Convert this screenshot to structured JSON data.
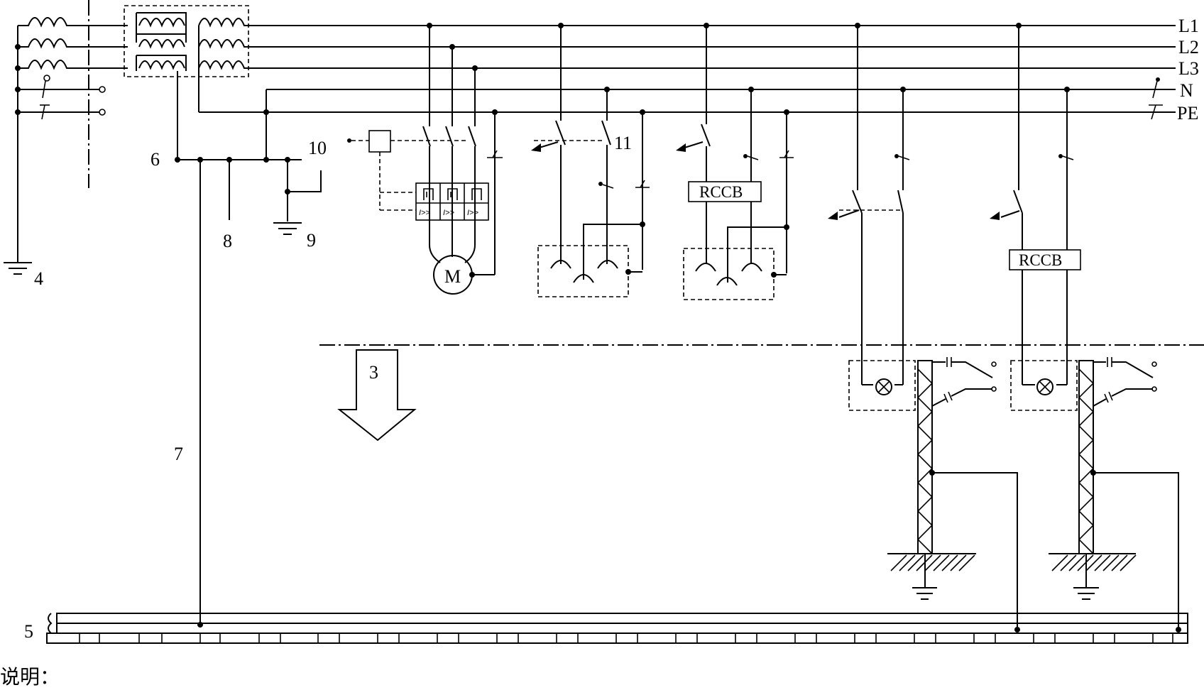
{
  "bus_labels": {
    "l1": "L1",
    "l2": "L2",
    "l3": "L3",
    "n": "N",
    "pe": "PE"
  },
  "callouts": {
    "c3": "3",
    "c4": "4",
    "c5": "5",
    "c6": "6",
    "c7": "7",
    "c8": "8",
    "c9": "9",
    "c10": "10",
    "c11": "11"
  },
  "devices": {
    "motor": "M",
    "rccb_1": "RCCB",
    "rccb_2": "RCCB",
    "overcurrent_mark": "I>>"
  },
  "legend_title": "说明："
}
